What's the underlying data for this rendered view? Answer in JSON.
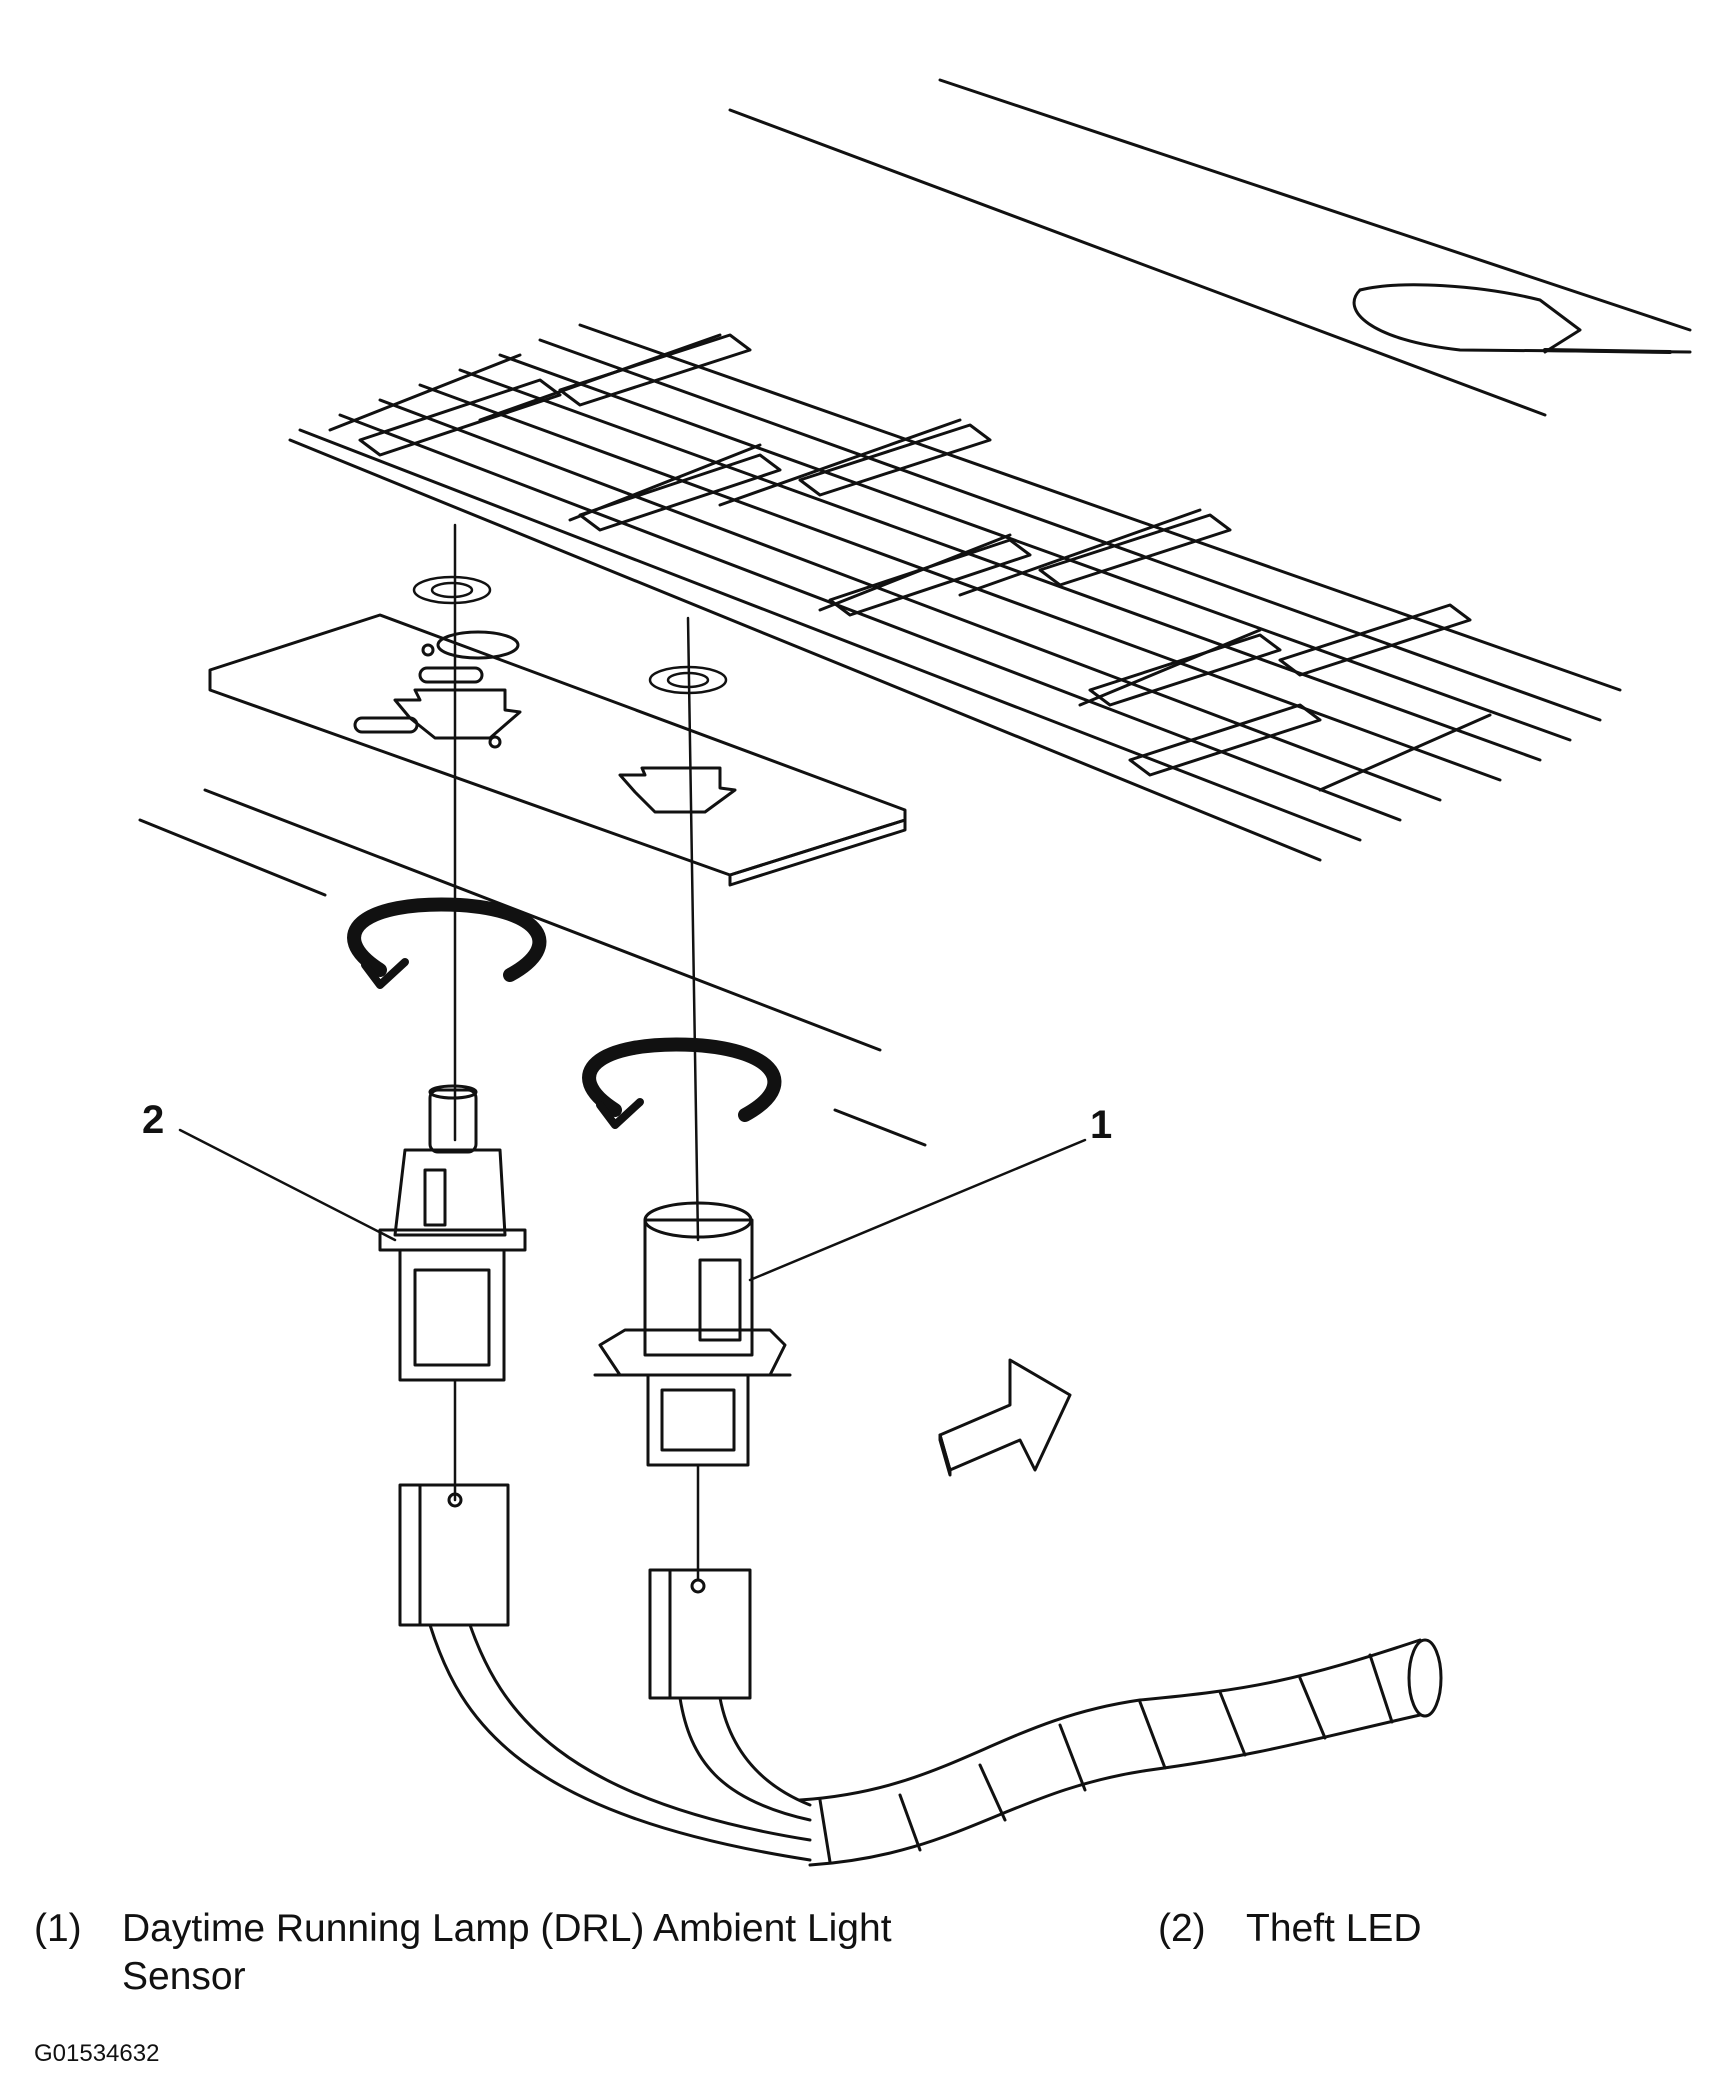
{
  "callouts": {
    "c1": "1",
    "c2": "2"
  },
  "legend": [
    {
      "num": "(1)",
      "text": "Daytime Running Lamp (DRL) Ambient Light Sensor"
    },
    {
      "num": "(2)",
      "text": "Theft LED"
    }
  ],
  "figure_id": "G01534632",
  "colors": {
    "line": "#111111",
    "background": "#ffffff"
  }
}
